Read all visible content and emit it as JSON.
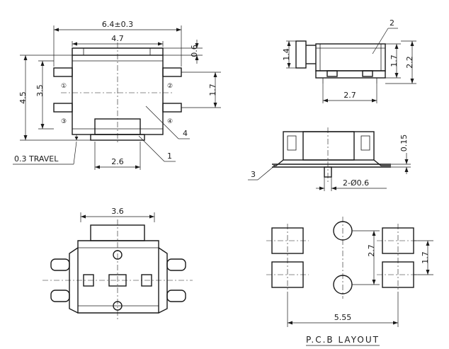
{
  "top_view": {
    "dim_overall_width": "6.4±0.3",
    "dim_body_width": "4.7",
    "dim_cap_height": "0.6",
    "dim_overall_height": "4.5",
    "dim_body_height": "3.5",
    "dim_pin_pitch": "1.7",
    "dim_plunger_width": "2.6",
    "travel_label": "0.3 TRAVEL",
    "pin_labels": [
      "①",
      "②",
      "③",
      "④"
    ],
    "callouts": [
      "1",
      "4"
    ]
  },
  "side_view": {
    "dim_height_left": "1.4",
    "dim_height_body": "1.7",
    "dim_height_total": "2.2",
    "dim_post_pitch": "2.7",
    "callout": "2"
  },
  "front_view": {
    "dim_thickness": "0.15",
    "dim_post_dia": "2-Ø0.6",
    "callout": "3"
  },
  "bottom_view": {
    "dim_width": "3.6"
  },
  "pcb_layout": {
    "dim_hole_pitch": "2.7",
    "dim_pad_pitch": "1.7",
    "dim_overall": "5.55",
    "title": "P.C.B  LAYOUT"
  }
}
